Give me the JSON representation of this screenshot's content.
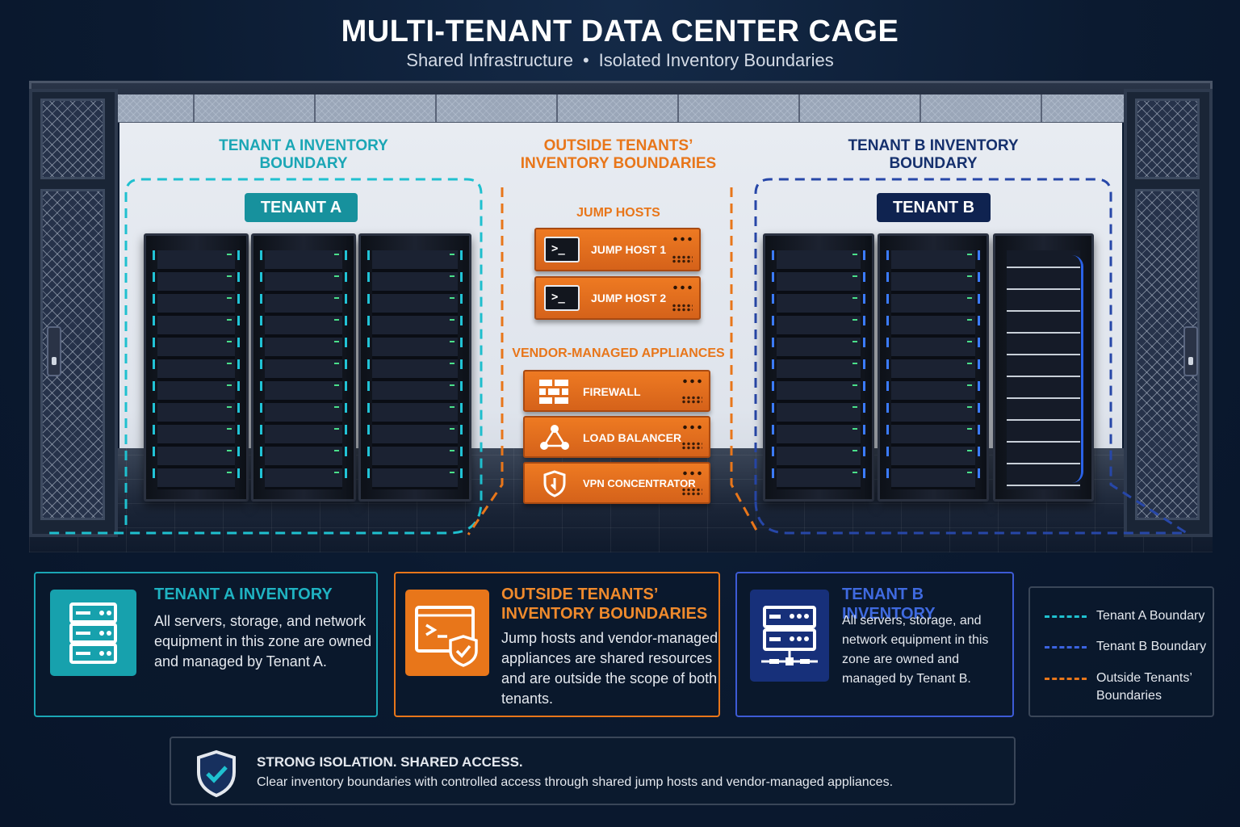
{
  "header": {
    "title": "MULTI-TENANT DATA CENTER CAGE",
    "subtitle_left": "Shared Infrastructure",
    "subtitle_sep": "•",
    "subtitle_right": "Isolated Inventory Boundaries"
  },
  "zones": {
    "tenant_a": {
      "label_line1": "TENANT A INVENTORY",
      "label_line2": "BOUNDARY",
      "tag": "TENANT A",
      "color": "#1aa6b5"
    },
    "outside": {
      "label_line1": "OUTSIDE TENANTS’",
      "label_line2": "INVENTORY BOUNDARIES",
      "color": "#e8761a"
    },
    "tenant_b": {
      "label_line1": "TENANT B INVENTORY",
      "label_line2": "BOUNDARY",
      "tag": "TENANT B",
      "color": "#15306d"
    }
  },
  "shared": {
    "jump_hosts_heading": "JUMP HOSTS",
    "jump_hosts": [
      "JUMP HOST 1",
      "JUMP HOST 2"
    ],
    "appliances_heading": "VENDOR-MANAGED APPLIANCES",
    "appliances": [
      {
        "label": "FIREWALL",
        "icon": "firewall-icon"
      },
      {
        "label": "LOAD BALANCER",
        "icon": "load-balancer-icon"
      },
      {
        "label": "VPN CONCENTRATOR",
        "icon": "vpn-shield-icon"
      }
    ],
    "terminal_glyph": ">_"
  },
  "cards": {
    "tenant_a": {
      "title": "TENANT A INVENTORY",
      "text": "All servers, storage, and network equipment in this zone are owned and managed by Tenant A.",
      "icon": "server-stack-icon"
    },
    "outside": {
      "title": "OUTSIDE TENANTS’ INVENTORY BOUNDARIES",
      "text": "Jump hosts and vendor-managed appliances are shared resources and are outside the scope of both tenants.",
      "icon": "terminal-shield-icon"
    },
    "tenant_b": {
      "title": "TENANT B INVENTORY",
      "text": "All servers, storage, and network equipment in this zone are owned and managed by Tenant B.",
      "icon": "network-equipment-icon"
    }
  },
  "legend": [
    {
      "label": "Tenant A Boundary",
      "color": "#1fc0cf"
    },
    {
      "label": "Tenant B Boundary",
      "color": "#3b63e0"
    },
    {
      "label": "Outside Tenants’ Boundaries",
      "color": "#e8761a"
    }
  ],
  "banner": {
    "title": "STRONG ISOLATION. SHARED ACCESS.",
    "text": "Clear inventory boundaries with controlled access through shared jump hosts and vendor-managed appliances.",
    "icon": "shield-check-icon"
  }
}
